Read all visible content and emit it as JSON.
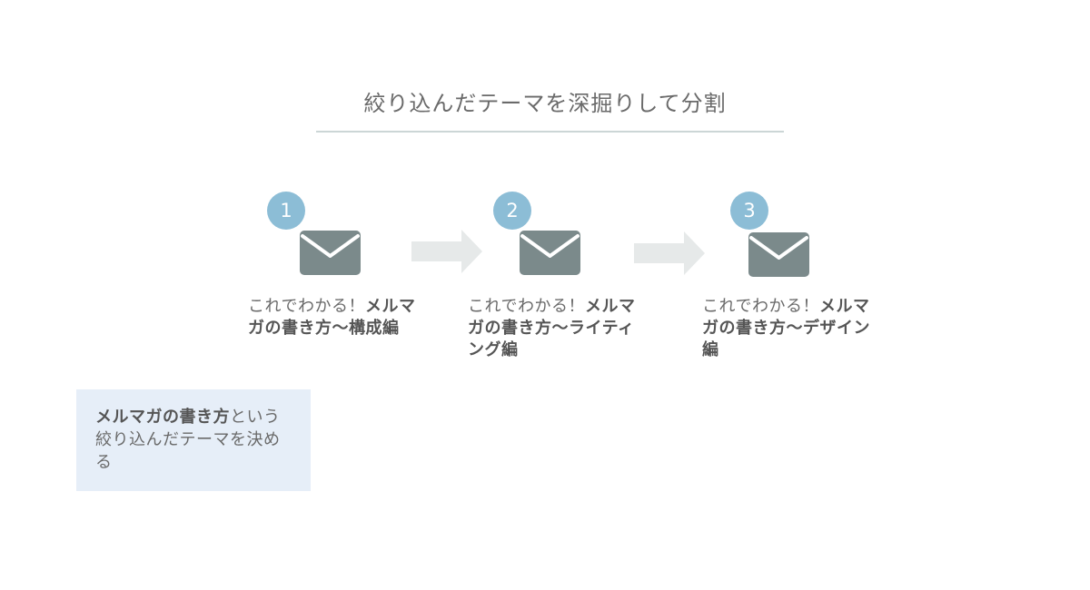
{
  "title": "絞り込んだテーマを深掘りして分割",
  "steps": [
    {
      "number": "1",
      "caption_plain": "これでわかる！",
      "caption_bold": "メルマガの書き方〜構成編"
    },
    {
      "number": "2",
      "caption_plain": "これでわかる！",
      "caption_bold": "メルマガの書き方〜ライティング編"
    },
    {
      "number": "3",
      "caption_plain": "これでわかる！",
      "caption_bold": "メルマガの書き方〜デザイン編"
    }
  ],
  "note": {
    "bold": "メルマガの書き方",
    "plain": "という絞り込んだテーマを決める"
  },
  "colors": {
    "badge": "#8cbdd6",
    "mail_icon": "#7b8a8b",
    "arrow": "#e6e9e9",
    "note_bg": "#e6eef8",
    "rule": "#ccd6d6"
  },
  "icons": [
    "envelope-icon",
    "right-arrow-icon"
  ]
}
